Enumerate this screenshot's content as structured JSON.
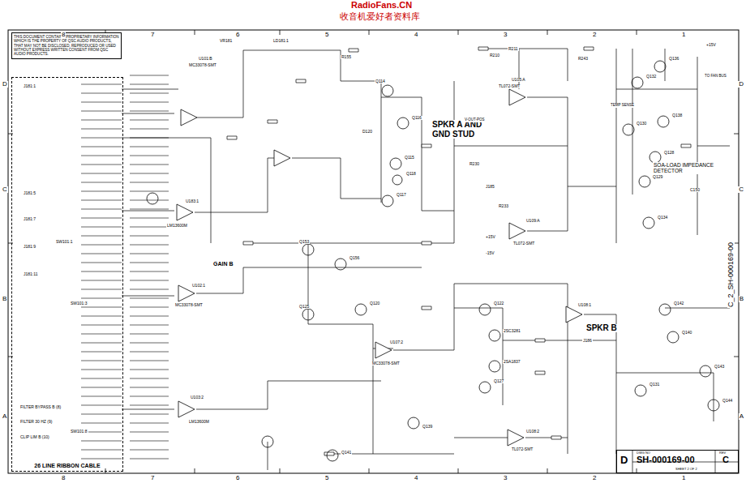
{
  "diagram": {
    "nodes": [
      {
        "text": [
          "THIS DOCUMENT CONTAINS PROPRIETARY INFORMATION WHICH IS THE PROPERTY OF QSC AUDIO PRODUCTS, THAT MAY NOT BE DISCLOSED, REPRODUCED OR USED WITHOUT EXPRESS WRITTEN CONSENT FROM QSC AUDIO PRODUCTS."
        ]
      },
      {
        "text": [
          "26 LINE RIBBON CABLE"
        ]
      },
      {
        "text": [
          "D",
          "DWG NO",
          "SH-000169-00",
          "REV",
          "C",
          "SHEET 2 OF 2"
        ]
      }
    ],
    "labels": [
      "RadioFans.CN",
      "收音机爱好者资料库",
      "8",
      "7",
      "6",
      "5",
      "4",
      "3",
      "2",
      "1",
      "8",
      "7",
      "6",
      "5",
      "4",
      "3",
      "2",
      "1",
      "D",
      "C",
      "B",
      "A",
      "D",
      "C",
      "B",
      "A",
      "SPKR A AND GND STUD",
      "SOA-LOAD IMPEDANCE DETECTOR",
      "SPKR B",
      "GAIN B",
      "TO FAN BUS",
      "TEMP SENSE",
      "C_2_SH-000169-00",
      "V-OUT-POS",
      "U101:B",
      "MC33078-SMT",
      "VR181",
      "LD181:1",
      "R155",
      "Q114",
      "Q116",
      "D120",
      "Q115",
      "Q118",
      "Q117",
      "R210",
      "R211",
      "U105:A",
      "TL072-SMT",
      "R243",
      "Q136",
      "Q132",
      "Q130",
      "Q138",
      "Q128",
      "Q129",
      "U109:A",
      "TL072-SMT",
      "Q134",
      "C150",
      "J185",
      "R233",
      "R230",
      "U183:1",
      "LM13600M",
      "U102:1",
      "MC33078-SMT",
      "U103:2",
      "LM13600M",
      "J181:1",
      "J181:5",
      "J181:7",
      "J181:9",
      "J181:11",
      "FILTER BYPASS B (8)",
      "FILTER 30 HZ (9)",
      "CLIP LIM B (10)",
      "SW101:1",
      "SW101:3",
      "SW101:8",
      "Q153",
      "Q156",
      "Q125",
      "Q120",
      "U107:2",
      "MC33078-SMT",
      "Q139",
      "Q141",
      "Q122",
      "Q127",
      "2SC3281",
      "2SA1837",
      "J186",
      "U108:2",
      "TL072-SMT",
      "Q142",
      "Q140",
      "Q143",
      "Q144",
      "Q131",
      "U108:1",
      "+15V",
      "+15V",
      "-15V"
    ]
  }
}
